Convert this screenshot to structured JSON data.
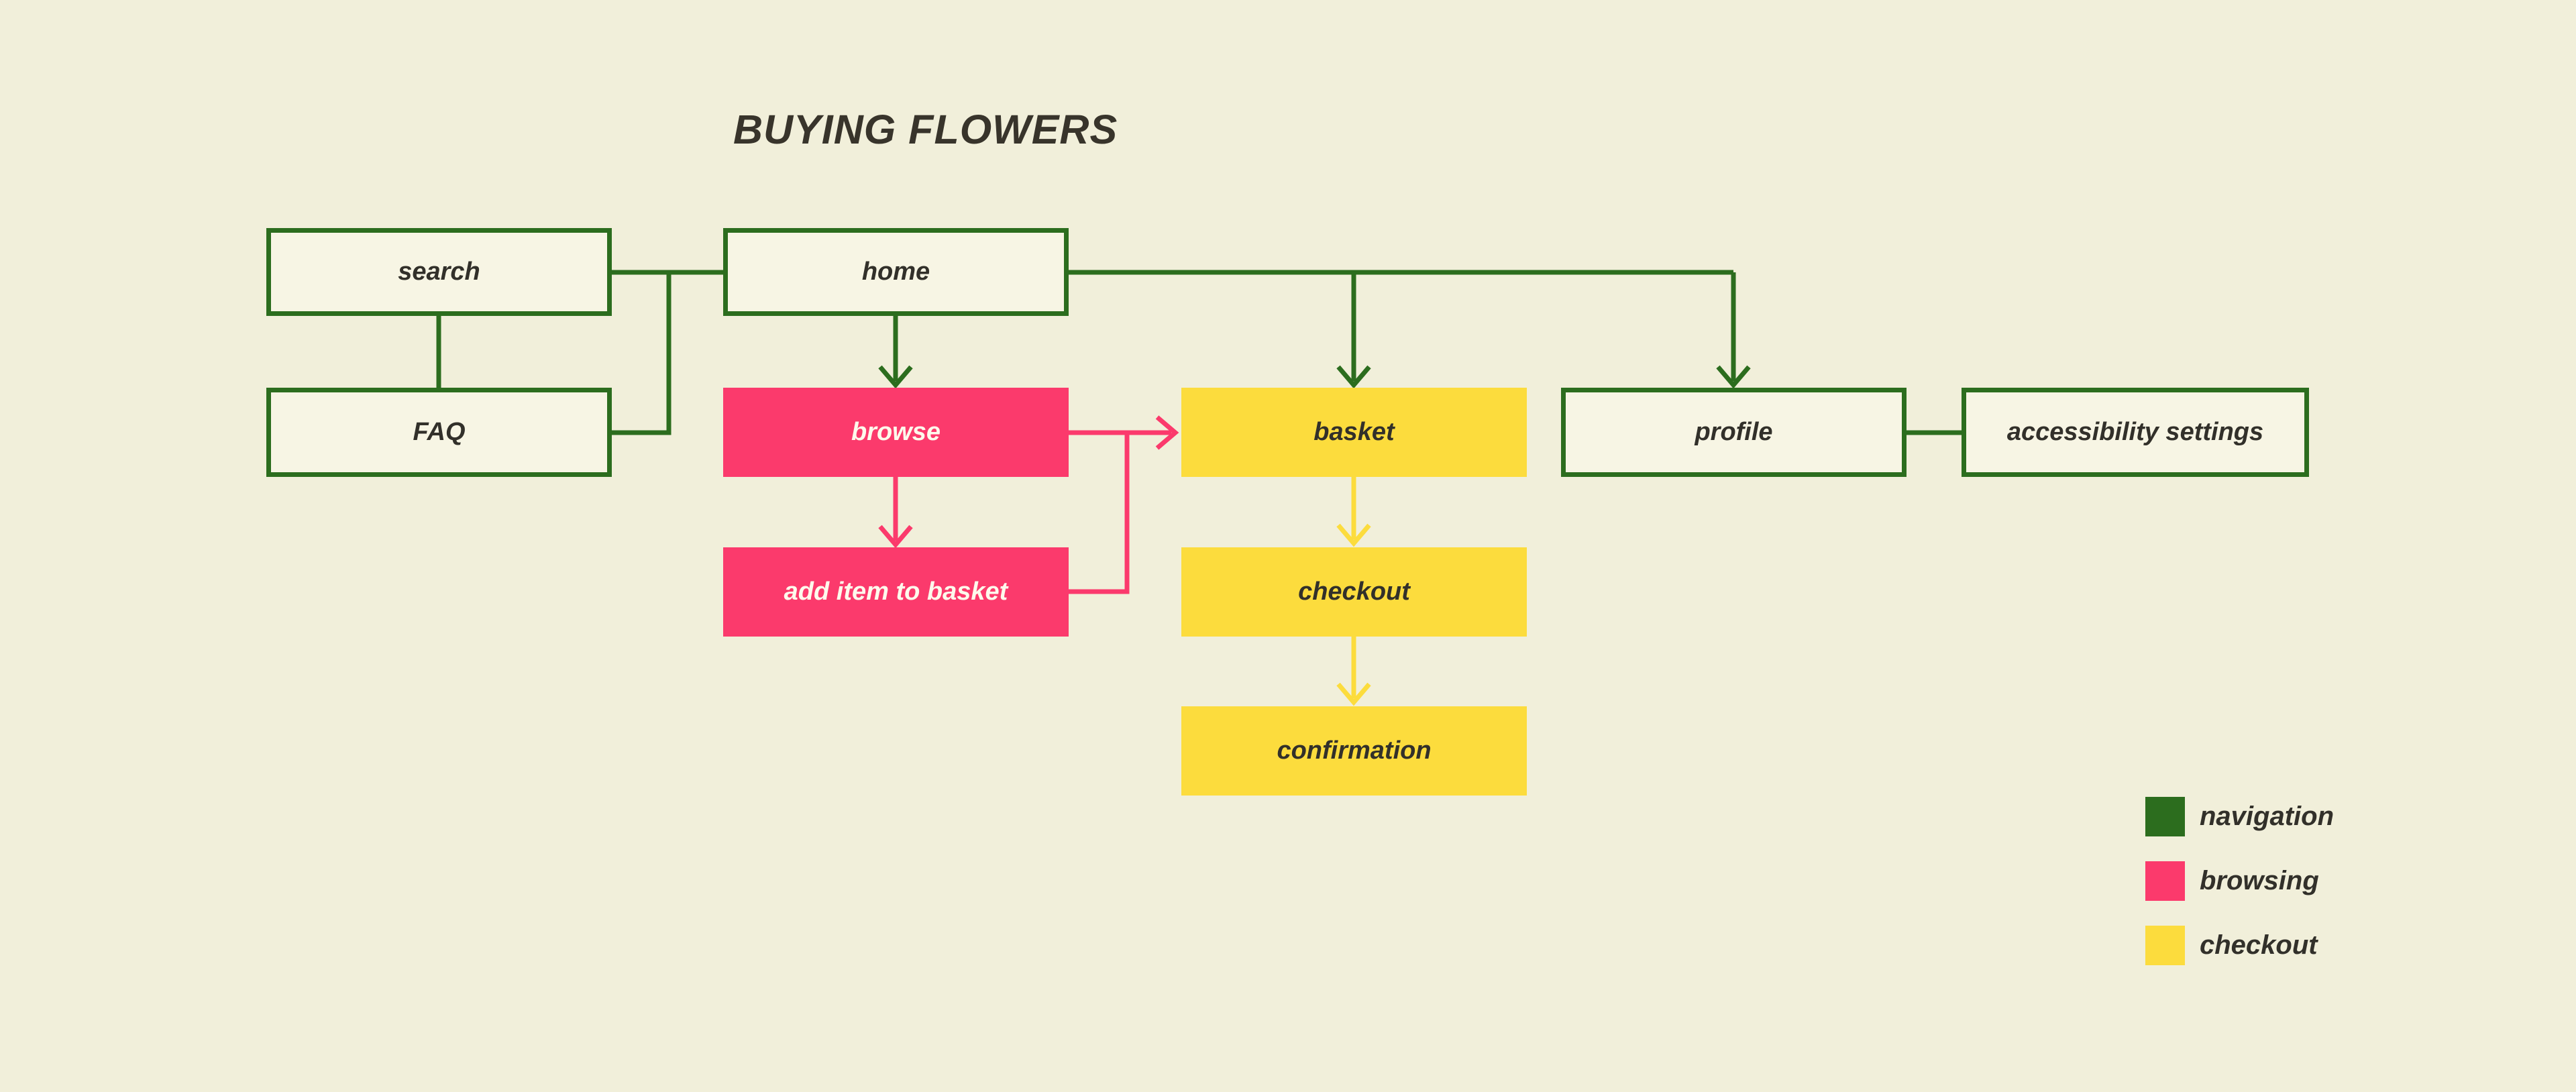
{
  "title": "BUYING FLOWERS",
  "nodes": {
    "search": {
      "label": "search",
      "category": "navigation"
    },
    "home": {
      "label": "home",
      "category": "navigation"
    },
    "faq": {
      "label": "FAQ",
      "category": "navigation"
    },
    "browse": {
      "label": "browse",
      "category": "browsing"
    },
    "add_item_to_basket": {
      "label": "add item to basket",
      "category": "browsing"
    },
    "basket": {
      "label": "basket",
      "category": "checkout"
    },
    "checkout": {
      "label": "checkout",
      "category": "checkout"
    },
    "confirmation": {
      "label": "confirmation",
      "category": "checkout"
    },
    "profile": {
      "label": "profile",
      "category": "navigation"
    },
    "accessibility_settings": {
      "label": "accessibility settings",
      "category": "navigation"
    }
  },
  "edges": [
    {
      "from": "search",
      "to": "home",
      "color": "#2c6d1e",
      "arrow": false
    },
    {
      "from": "search",
      "to": "faq",
      "color": "#2c6d1e",
      "arrow": false
    },
    {
      "from": "home",
      "to": "browse",
      "color": "#2c6d1e",
      "arrow": true
    },
    {
      "from": "home",
      "to": "basket",
      "color": "#2c6d1e",
      "arrow": true
    },
    {
      "from": "home",
      "to": "profile",
      "color": "#2c6d1e",
      "arrow": true
    },
    {
      "from": "profile",
      "to": "accessibility_settings",
      "color": "#2c6d1e",
      "arrow": false
    },
    {
      "from": "browse",
      "to": "add_item_to_basket",
      "color": "#fb3a6c",
      "arrow": true
    },
    {
      "from": "browse",
      "to": "basket",
      "color": "#fb3a6c",
      "arrow": true
    },
    {
      "from": "add_item_to_basket",
      "to": "basket",
      "color": "#fb3a6c",
      "arrow": true
    },
    {
      "from": "basket",
      "to": "checkout",
      "color": "#fcdc3d",
      "arrow": true
    },
    {
      "from": "checkout",
      "to": "confirmation",
      "color": "#fcdc3d",
      "arrow": true
    }
  ],
  "legend": {
    "items": [
      {
        "label": "navigation",
        "color": "#2c6d1e"
      },
      {
        "label": "browsing",
        "color": "#fb3a6c"
      },
      {
        "label": "checkout",
        "color": "#fcdc3d"
      }
    ]
  },
  "colors": {
    "background": "#f1efda",
    "node_fill": "#f7f5e4",
    "navigation_green": "#2c6d1e",
    "browsing_pink": "#fb3a6c",
    "checkout_yellow": "#fcdc3d",
    "text_dark": "#32302a",
    "text_light": "#fdfaec"
  }
}
